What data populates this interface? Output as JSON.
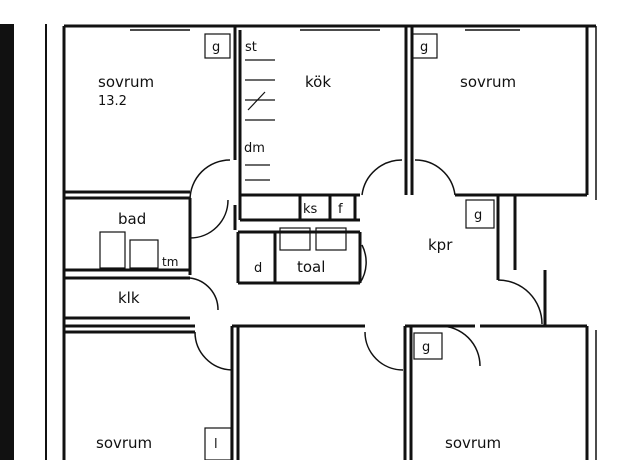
{
  "labels": {
    "sovrum_top_left": "sovrum",
    "area_top_left": "13.2",
    "kok": "kök",
    "sovrum_top_right": "sovrum",
    "st": "st",
    "dm": "dm",
    "ks": "ks",
    "f": "f",
    "bad": "bad",
    "tm": "tm",
    "klk": "klk",
    "d": "d",
    "toal": "toal",
    "kpr": "kpr",
    "sovrum_bottom_left": "sovrum",
    "sovrum_bottom_right": "sovrum",
    "l": "l",
    "g1": "g",
    "g2": "g",
    "g3": "g",
    "g4": "g"
  },
  "colors": {
    "line": "#111111",
    "background": "#ffffff",
    "edge_bar": "#111111"
  }
}
